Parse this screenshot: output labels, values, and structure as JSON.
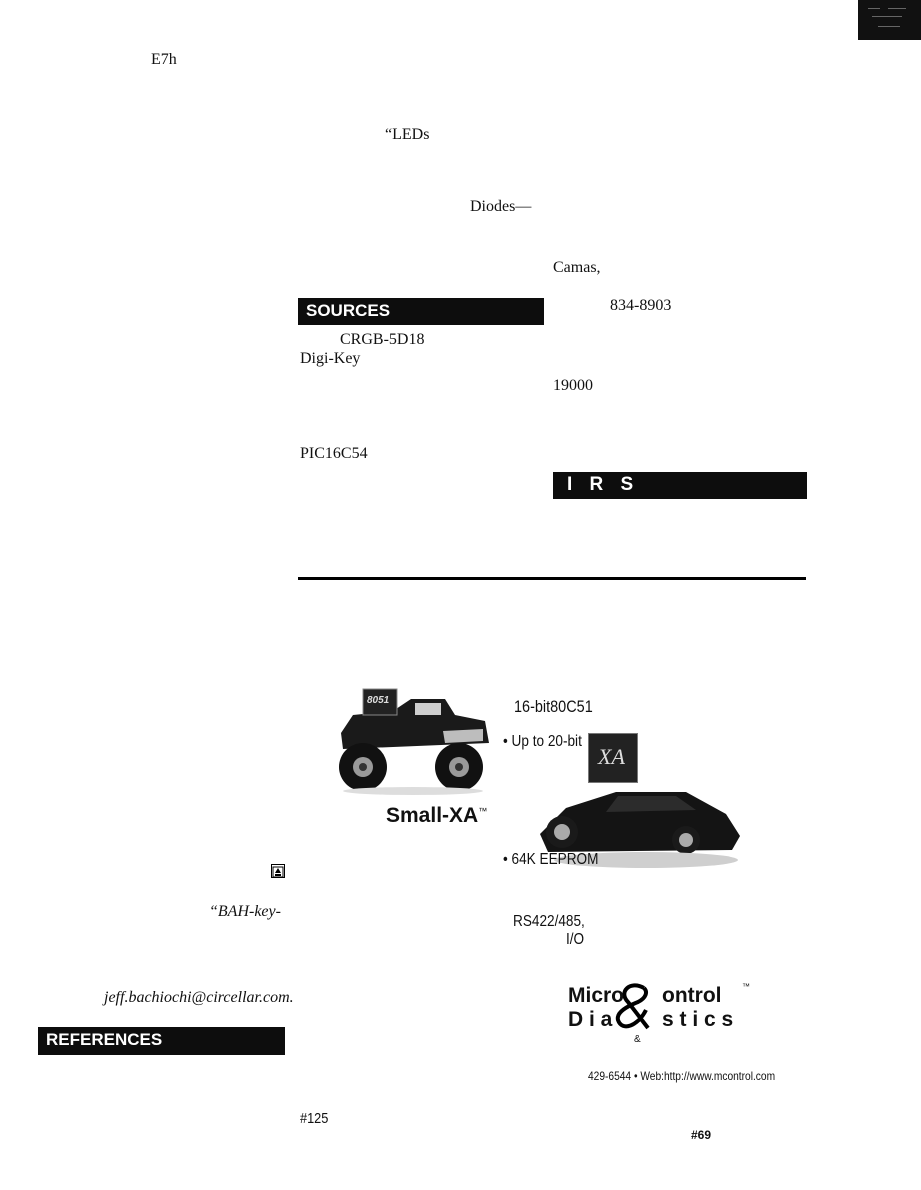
{
  "page": {
    "left_column": {
      "register": "E7h",
      "pronunciation": "“BAH-key-",
      "email": "jeff.bachiochi@circellar.com.",
      "references_heading": "REFERENCES"
    },
    "middle_column": {
      "leds_quote": "“LEDs",
      "diodes": "Diodes—",
      "sources_heading": "SOURCES",
      "part_number": "CRGB-5D18",
      "distributor": "Digi-Key",
      "microcontroller": "PIC16C54",
      "irs_code": "#125"
    },
    "right_column": {
      "city": "Camas,",
      "phone": "834-8903",
      "zip": "19000",
      "irs_heading": "I R S"
    },
    "advertisement": {
      "chip_label_truck": "8051",
      "chip_label_car": "XA",
      "headline": "16-bit80C51",
      "bullet_address": "• Up to 20-bit",
      "product_name": "Small-XA",
      "trademark": "™",
      "bullet_eeprom": "• 64K EEPROM",
      "interface": "RS422/485,",
      "io": "I/O",
      "company_line1": "Micro",
      "company_line1b": "ontrol",
      "company_line2a": "D i a",
      "company_line2b": "s t i c s",
      "ampersand_small": "&",
      "contact": "429-6544 • Web:http://www.mcontrol.com",
      "irs_code": "#69"
    },
    "icons": [
      "end-of-article-icon"
    ]
  }
}
